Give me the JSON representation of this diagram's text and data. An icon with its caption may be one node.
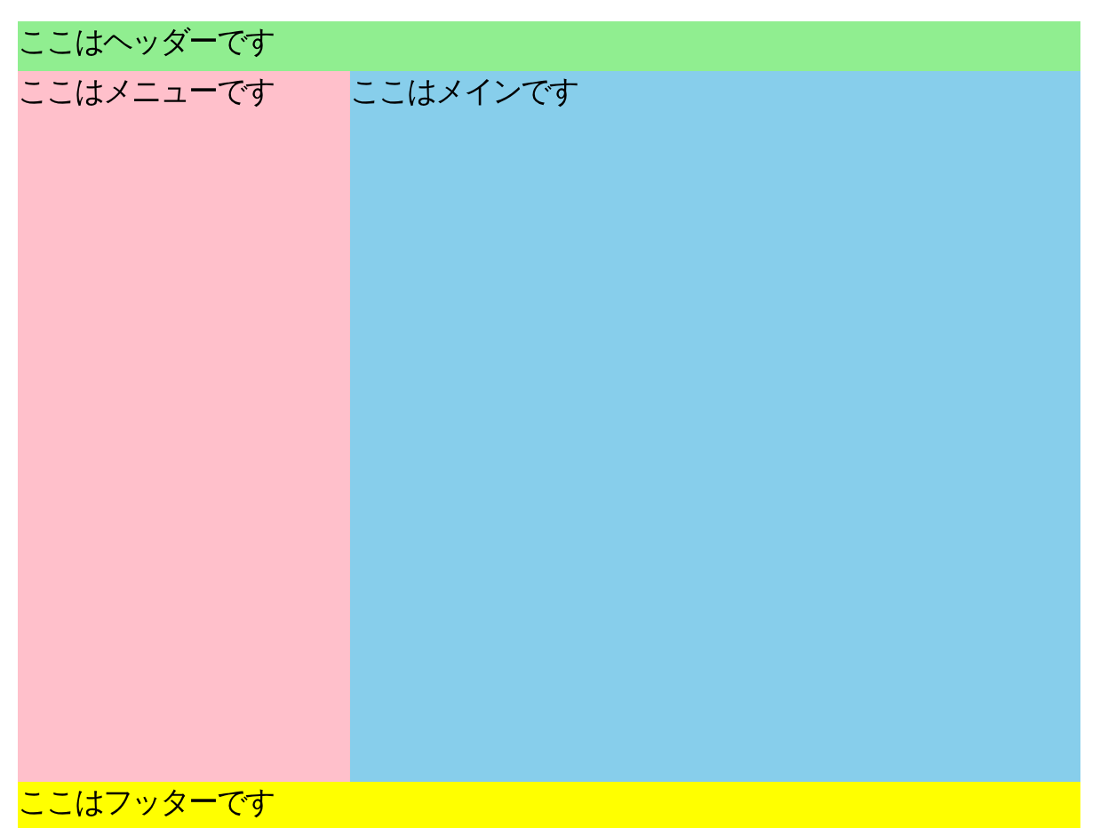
{
  "diagram": {
    "nodes": [
      {
        "text": [
          "ここはヘッダーです"
        ]
      },
      {
        "text": [
          "ここはメニューです"
        ]
      },
      {
        "text": [
          "ここはメインです"
        ]
      },
      {
        "text": [
          "ここはフッターです"
        ]
      }
    ]
  }
}
